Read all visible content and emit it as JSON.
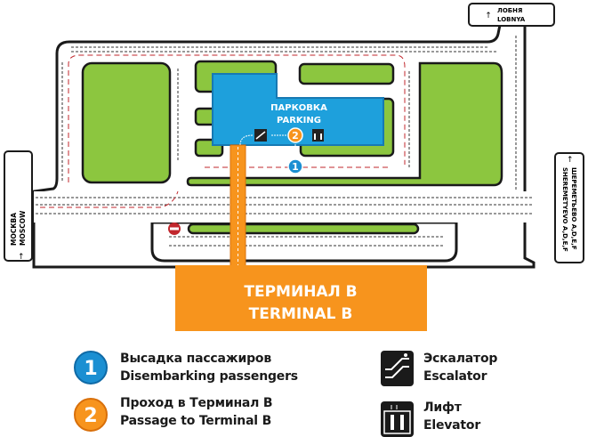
{
  "colors": {
    "green": "#8cc63f",
    "blue": "#1ea0dc",
    "orange": "#f7941d",
    "road": "#ffffff",
    "outline": "#1a1a1a",
    "red": "#c1272d",
    "marker_blue": "#1b8fd2"
  },
  "signs": {
    "lobnya": {
      "icon": "arrow-up-icon",
      "ru": "ЛОБНЯ",
      "en": "LOBNYA"
    },
    "moscow": {
      "icon": "arrow-up-icon",
      "ru": "МОСКВА",
      "en": "MOSCOW"
    },
    "sheremetyevo": {
      "icon": "arrow-up-icon",
      "ru": "ШЕРЕМЕТЬЕВО A,D,E,F",
      "en": "SHEREMETYEVO A,D,E,F"
    }
  },
  "parking": {
    "ru": "ПАРКОВКА",
    "en": "PARKING"
  },
  "terminal": {
    "ru": "ТЕРМИНАЛ B",
    "en": "TERMINAL B"
  },
  "markers": {
    "one": "1",
    "two": "2"
  },
  "legend": [
    {
      "marker": "1",
      "ru": "Высадка пассажиров",
      "en": "Disembarking passengers"
    },
    {
      "marker": "2",
      "ru": "Проход в Терминал B",
      "en": "Passage to Terminal B"
    },
    {
      "icon": "escalator-icon",
      "ru": "Эскалатор",
      "en": "Escalator"
    },
    {
      "icon": "elevator-icon",
      "ru": "Лифт",
      "en": "Elevator"
    }
  ]
}
